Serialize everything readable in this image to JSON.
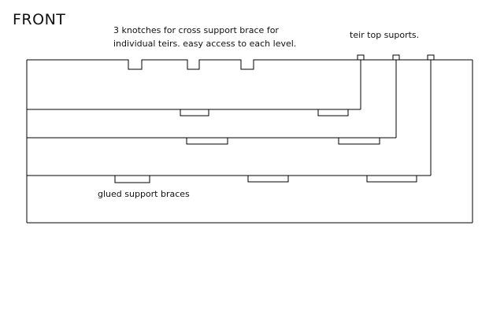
{
  "diagram": {
    "title": "FRONT",
    "notch_note_line1": "3 knotches for cross support brace for",
    "notch_note_line2": "individual teirs. easy access to each level.",
    "support_note": "teir top suports.",
    "brace_note": "glued support braces",
    "line_color": "#000000",
    "background": "#ffffff"
  }
}
